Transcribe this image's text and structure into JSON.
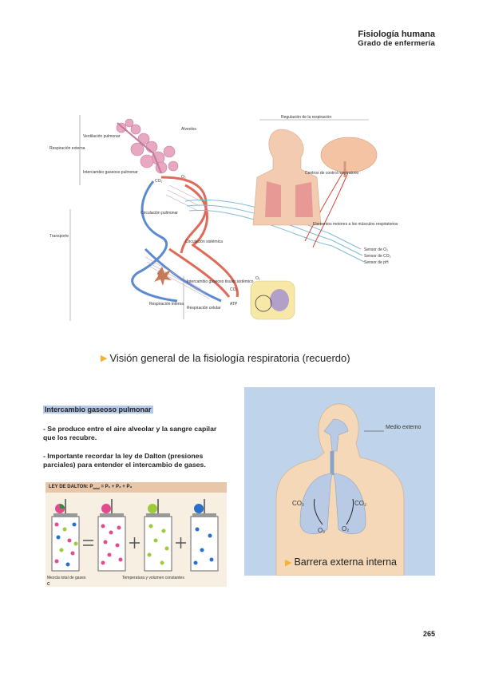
{
  "header": {
    "title": "Fisiología humana",
    "subtitle": "Grado de enfermería"
  },
  "figure1": {
    "caption": "Visión general de la fisiología respiratoria (recuerdo)",
    "labels": {
      "alveolos": "Alveolos",
      "respiracion_externa": "Respiración externa",
      "ventilacion": "Ventilación pulmonar",
      "intercambio": "Intercambio gaseoso pulmonar",
      "circulacion_pulmonar": "Circulación pulmonar",
      "circulacion_sistemica": "Circulación sistémica",
      "transporte": "Transporte",
      "intercambio_sistemico": "Intercambio gaseoso tisular sistémico",
      "respiracion_celular": "Respiración celular",
      "respiracion_interna": "Respiración interna",
      "regulacion": "Regulación de la respiración",
      "centros": "Centros de control respiratorio",
      "musculos": "Elementos motores a los músculos respiratorios",
      "sensor_o2": "Sensor de O₂",
      "sensor_co2": "Sensor de CO₂",
      "sensor_ph": "Sensor de pH",
      "o2": "O₂",
      "co2": "CO₂",
      "atp": "ATP"
    }
  },
  "section": {
    "heading": "Intercambio gaseoso pulmonar",
    "bullets": [
      "- Se produce entre el aire alveolar y la sangre capilar que los recubre.",
      "- Importante recordar la ley de Dalton (presiones parciales) para entender el intercambio de gases."
    ]
  },
  "figure2": {
    "caption": "Barrera externa interna",
    "labels": {
      "medio_externo": "Medio externo",
      "co2": "CO₂",
      "o2": "O₂"
    },
    "colors": {
      "background": "#bfd4ea",
      "skin": "#f4d8b8",
      "lungs": "#b9cbe4"
    }
  },
  "figure3": {
    "title": "LEY DE DALTON: P",
    "title_sub": "total",
    "title_rest": " = P₁ + P₂ + P₃",
    "left_label": "Mezcla total de gases",
    "right_label": "Temperatura y volumen constantes",
    "corner_label": "C"
  },
  "page": {
    "number": "265"
  }
}
